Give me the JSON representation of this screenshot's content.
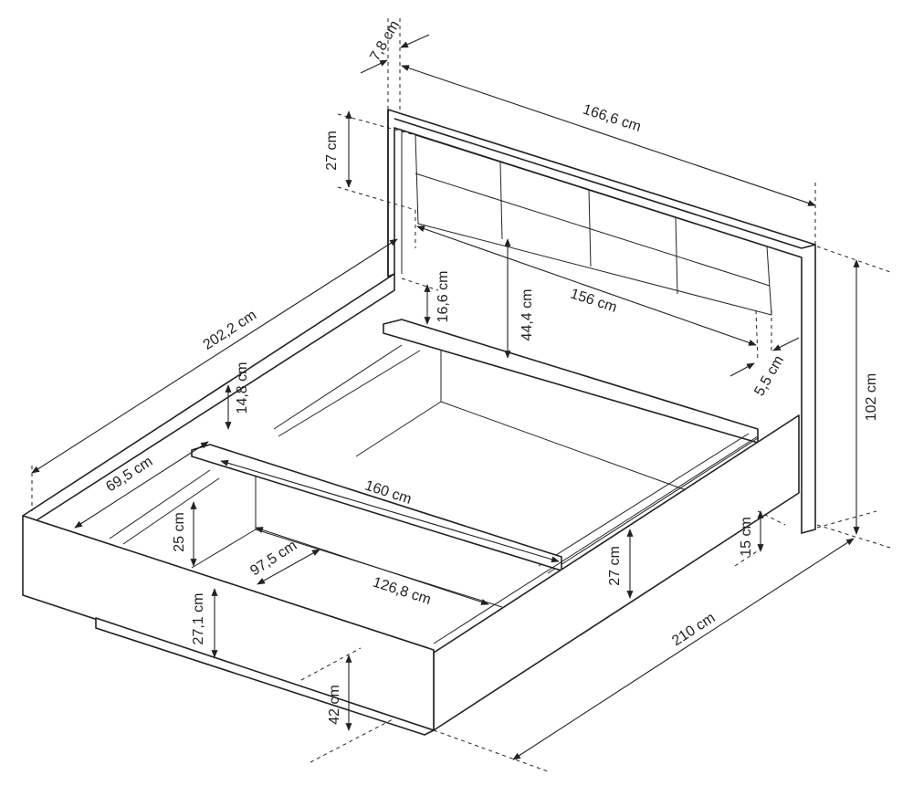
{
  "title": "Bed dimensions diagram",
  "dimensions": {
    "headboard_depth": "7,8 cm",
    "headboard_width": "166,6 cm",
    "headboard_panel_height": "27 cm",
    "bed_length_inner": "202,2 cm",
    "shelf_gap": "16,6 cm",
    "panel_to_shelf": "44,4 cm",
    "panel_width": "156 cm",
    "post_width": "5,5 cm",
    "total_height": "102 cm",
    "rail_depth": "14,8 cm",
    "foot_to_board": "69,5 cm",
    "inner_width": "160 cm",
    "storage_depth": "25 cm",
    "storage_length": "97,5 cm",
    "storage_width": "126,8 cm",
    "footboard_height": "27,1 cm",
    "side_rail_height": "27 cm",
    "clearance": "15 cm",
    "total_length": "210 cm",
    "floor_height": "42 cm"
  }
}
